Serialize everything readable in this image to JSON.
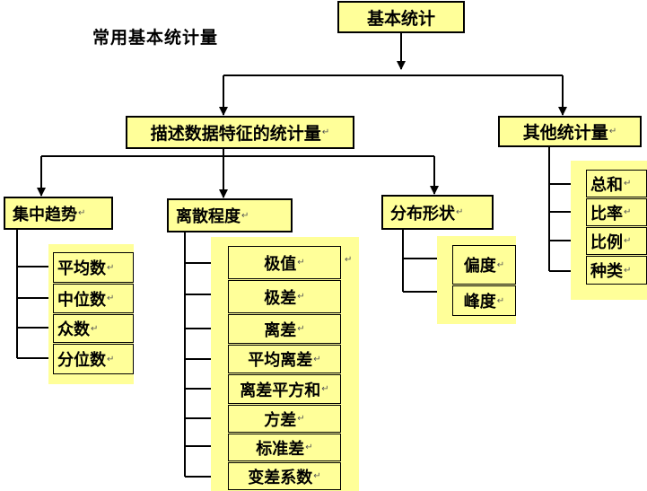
{
  "caption": "常用基本统计量",
  "root": "基本统计",
  "return_mark": "↵",
  "branches": {
    "descriptive": "描述数据特征的统计量",
    "other": "其他统计量"
  },
  "groups": {
    "central": "集中趋势",
    "dispersion": "离散程度",
    "shape": "分布形状"
  },
  "leaves": {
    "central": [
      "平均数",
      "中位数",
      "众数",
      "分位数"
    ],
    "dispersion": [
      "极值",
      "极差",
      "离差",
      "平均离差",
      "离差平方和",
      "方差",
      "标准差",
      "变差系数"
    ],
    "shape": [
      "偏度",
      "峰度"
    ],
    "other": [
      "总和",
      "比率",
      "比例",
      "种类"
    ]
  },
  "colors": {
    "box_fill": "#ffff99",
    "line": "#000000",
    "background": "#ffffff"
  }
}
